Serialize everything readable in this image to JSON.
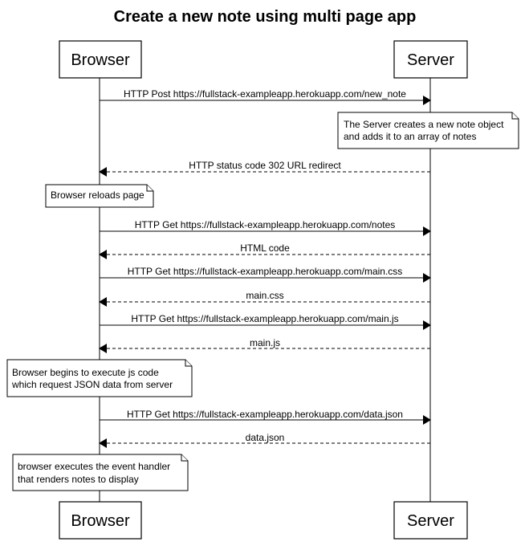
{
  "title": "Create a new note using multi page app",
  "actors": {
    "browser": "Browser",
    "server": "Server"
  },
  "messages": [
    {
      "label": "HTTP Post https://fullstack-exampleapp.herokuapp.com/new_note",
      "direction": "to-server",
      "style": "solid"
    },
    {
      "label": "HTTP status code 302 URL redirect",
      "direction": "to-browser",
      "style": "dashed"
    },
    {
      "label": "HTTP Get https://fullstack-exampleapp.herokuapp.com/notes",
      "direction": "to-server",
      "style": "solid"
    },
    {
      "label": "HTML code",
      "direction": "to-browser",
      "style": "dashed"
    },
    {
      "label": "HTTP Get https://fullstack-exampleapp.herokuapp.com/main.css",
      "direction": "to-server",
      "style": "solid"
    },
    {
      "label": "main.css",
      "direction": "to-browser",
      "style": "dashed"
    },
    {
      "label": "HTTP Get https://fullstack-exampleapp.herokuapp.com/main.js",
      "direction": "to-server",
      "style": "solid"
    },
    {
      "label": "main.js",
      "direction": "to-browser",
      "style": "dashed"
    },
    {
      "label": "HTTP Get https://fullstack-exampleapp.herokuapp.com/data.json",
      "direction": "to-server",
      "style": "solid"
    },
    {
      "label": "data.json",
      "direction": "to-browser",
      "style": "dashed"
    }
  ],
  "notes": [
    {
      "lines": [
        "The Server creates a new note object",
        "and adds it to an array of notes"
      ]
    },
    {
      "lines": [
        "Browser reloads page"
      ]
    },
    {
      "lines": [
        "Browser begins to execute js code",
        "which request JSON data from server"
      ]
    },
    {
      "lines": [
        "browser executes the event handler",
        "that renders notes to display"
      ]
    }
  ]
}
